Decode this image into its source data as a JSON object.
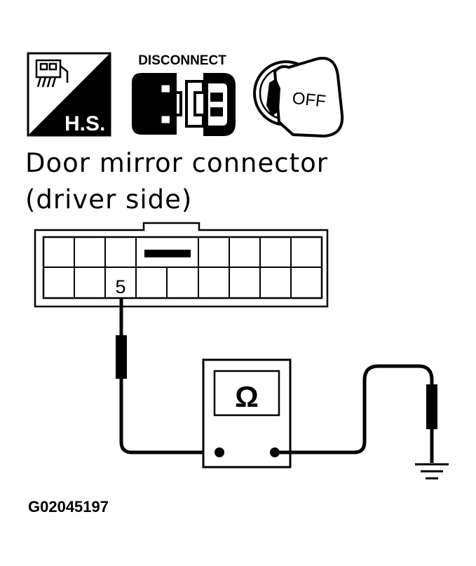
{
  "icons": {
    "harness_tester": {
      "label": "H.S.",
      "icon": "harness-sensor-icon"
    },
    "disconnect": {
      "label": "DISCONNECT",
      "icon": "disconnect-connector-icon"
    },
    "ignition_key": {
      "label": "OFF",
      "icon": "ignition-key-icon"
    }
  },
  "caption": {
    "line1": "Door mirror connector",
    "line2": "(driver side)"
  },
  "connector": {
    "terminal_label": "5"
  },
  "meter": {
    "symbol": "Ω"
  },
  "figure_id": "G02045197"
}
